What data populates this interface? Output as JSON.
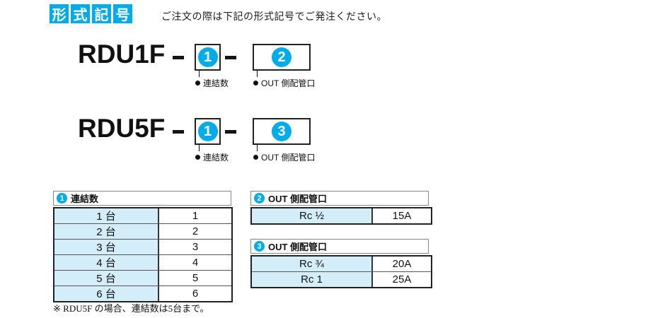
{
  "header": {
    "badge_chars": [
      "形",
      "式",
      "記",
      "号"
    ],
    "intro": "ご注文の際は下記の形式記号でご発注ください。"
  },
  "models": [
    {
      "name": "RDU1F",
      "slots": [
        {
          "num": "1",
          "label": "連結数"
        },
        {
          "num": "2",
          "label": "OUT 側配管口"
        }
      ]
    },
    {
      "name": "RDU5F",
      "slots": [
        {
          "num": "1",
          "label": "連結数"
        },
        {
          "num": "3",
          "label": "OUT 側配管口"
        }
      ]
    }
  ],
  "tables": [
    {
      "num": "1",
      "title": "連結数",
      "rows": [
        [
          "1 台",
          "1"
        ],
        [
          "2 台",
          "2"
        ],
        [
          "3 台",
          "3"
        ],
        [
          "4 台",
          "4"
        ],
        [
          "5 台",
          "5"
        ],
        [
          "6 台",
          "6"
        ]
      ]
    },
    {
      "num": "2",
      "title": "OUT 側配管口",
      "rows": [
        [
          "Rc ½",
          "15A"
        ]
      ]
    },
    {
      "num": "3",
      "title": "OUT 側配管口",
      "rows": [
        [
          "Rc ¾",
          "20A"
        ],
        [
          "Rc 1",
          "25A"
        ]
      ]
    }
  ],
  "footnote": "※ RDU5F の場合、連結数は5台まで。",
  "colors": {
    "accent_cyan": "#00ace8",
    "cell_blue": "#d4eef9"
  }
}
